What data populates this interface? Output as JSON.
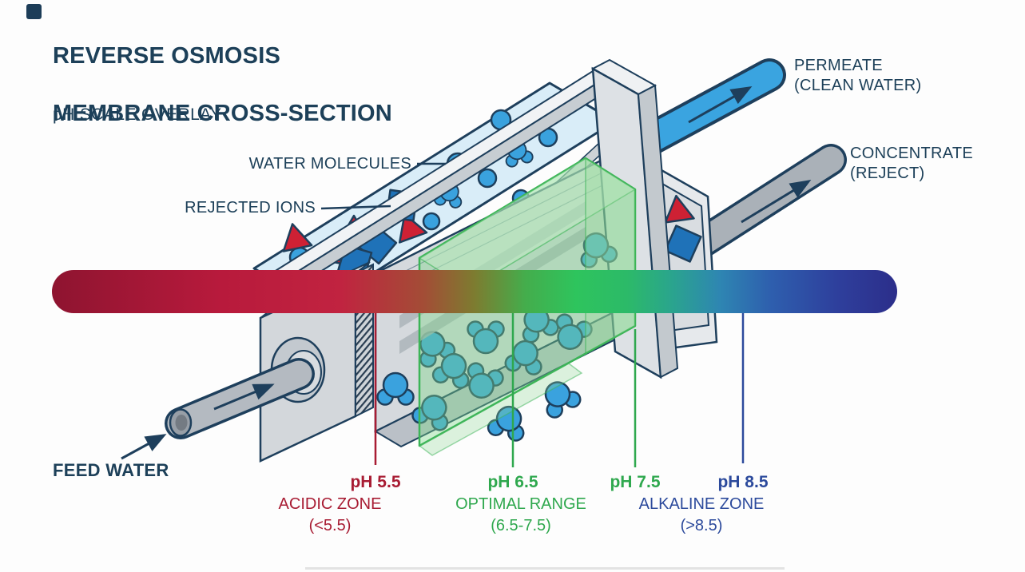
{
  "title": {
    "line1": "REVERSE OSMOSIS",
    "line2": "MEMBRANE CROSS-SECTION",
    "subtitle": "pH SCALE OVERLAY"
  },
  "labels": {
    "water_molecules": "WATER MOLECULES",
    "rejected_ions": "REJECTED IONS",
    "permeate_line1": "PERMEATE",
    "permeate_line2": "(CLEAN WATER)",
    "concentrate_line1": "CONCENTRATE",
    "concentrate_line2": "(REJECT)",
    "feed_water": "FEED WATER"
  },
  "ph_scale": {
    "markers": [
      {
        "label": "pH 5.5",
        "color": "#a81c33"
      },
      {
        "label": "pH 6.5",
        "color": "#2fa84e"
      },
      {
        "label": "pH 7.5",
        "color": "#2fa84e"
      },
      {
        "label": "pH 8.5",
        "color": "#2c4a9c"
      }
    ],
    "zones": [
      {
        "name": "ACIDIC ZONE",
        "range": "(<5.5)",
        "color": "#a81c33"
      },
      {
        "name": "OPTIMAL RANGE",
        "range": "(6.5-7.5)",
        "color": "#2fa84e"
      },
      {
        "name": "ALKALINE ZONE",
        "range": "(>8.5)",
        "color": "#2c4a9c"
      }
    ],
    "gradient": [
      "#8e1430",
      "#b81a3c",
      "#c12340",
      "#a34d36",
      "#7d7c30",
      "#44ad4c",
      "#2ec45d",
      "#2cba68",
      "#2aa68b",
      "#2e86b2",
      "#2e5fae",
      "#2e3f9c",
      "#2c2e8a"
    ]
  },
  "colors": {
    "outline_navy": "#1e3f5c",
    "text_navy": "#1d4059",
    "water_blue": "#3aa2de",
    "permeate_pipe_blue": "#3aa4e0",
    "ion_red": "#ce2134",
    "ion_blue": "#1f72b8",
    "membrane_green": "#7ed689",
    "membrane_green_edge": "#3cb457",
    "module_gray": "#d5d9dd",
    "pipe_gray": "#aab1b8"
  },
  "artwork": {
    "feed_channel": {
      "circles": [
        [
          573,
          205,
          13
        ],
        [
          610,
          223,
          11
        ],
        [
          627,
          150,
          12
        ],
        [
          686,
          172,
          11
        ],
        [
          540,
          277,
          10
        ],
        [
          375,
          322,
          12
        ],
        [
          652,
          248,
          10
        ]
      ],
      "clusters": [
        [
          648,
          191,
          -15,
          0.75
        ],
        [
          562,
          243,
          10,
          0.75
        ]
      ],
      "triangles": [
        [
          443,
          289,
          0
        ],
        [
          513,
          286,
          -20
        ],
        [
          412,
          315,
          10
        ],
        [
          370,
          299,
          -12
        ]
      ],
      "squares": [
        [
          503,
          257,
          8
        ],
        [
          472,
          306,
          40
        ],
        [
          444,
          328,
          16
        ]
      ]
    },
    "cap_ions": {
      "triangles": [
        [
          820,
          274,
          95
        ],
        [
          849,
          264,
          -8
        ],
        [
          824,
          318,
          185
        ],
        [
          822,
          358,
          12
        ]
      ],
      "squares": [
        [
          855,
          305,
          24
        ]
      ]
    },
    "lower_clusters": [
      [
        495,
        486,
        0,
        1
      ],
      [
        543,
        434,
        -25,
        1
      ],
      [
        567,
        462,
        15,
        1
      ],
      [
        608,
        423,
        180,
        1
      ],
      [
        542,
        514,
        20,
        1
      ],
      [
        604,
        479,
        -160,
        1
      ],
      [
        657,
        446,
        10,
        1
      ],
      [
        673,
        404,
        -20,
        1
      ],
      [
        715,
        418,
        200,
        1
      ],
      [
        747,
        311,
        -15,
        1
      ],
      [
        636,
        528,
        15,
        1
      ],
      [
        700,
        497,
        -30,
        1
      ]
    ]
  }
}
